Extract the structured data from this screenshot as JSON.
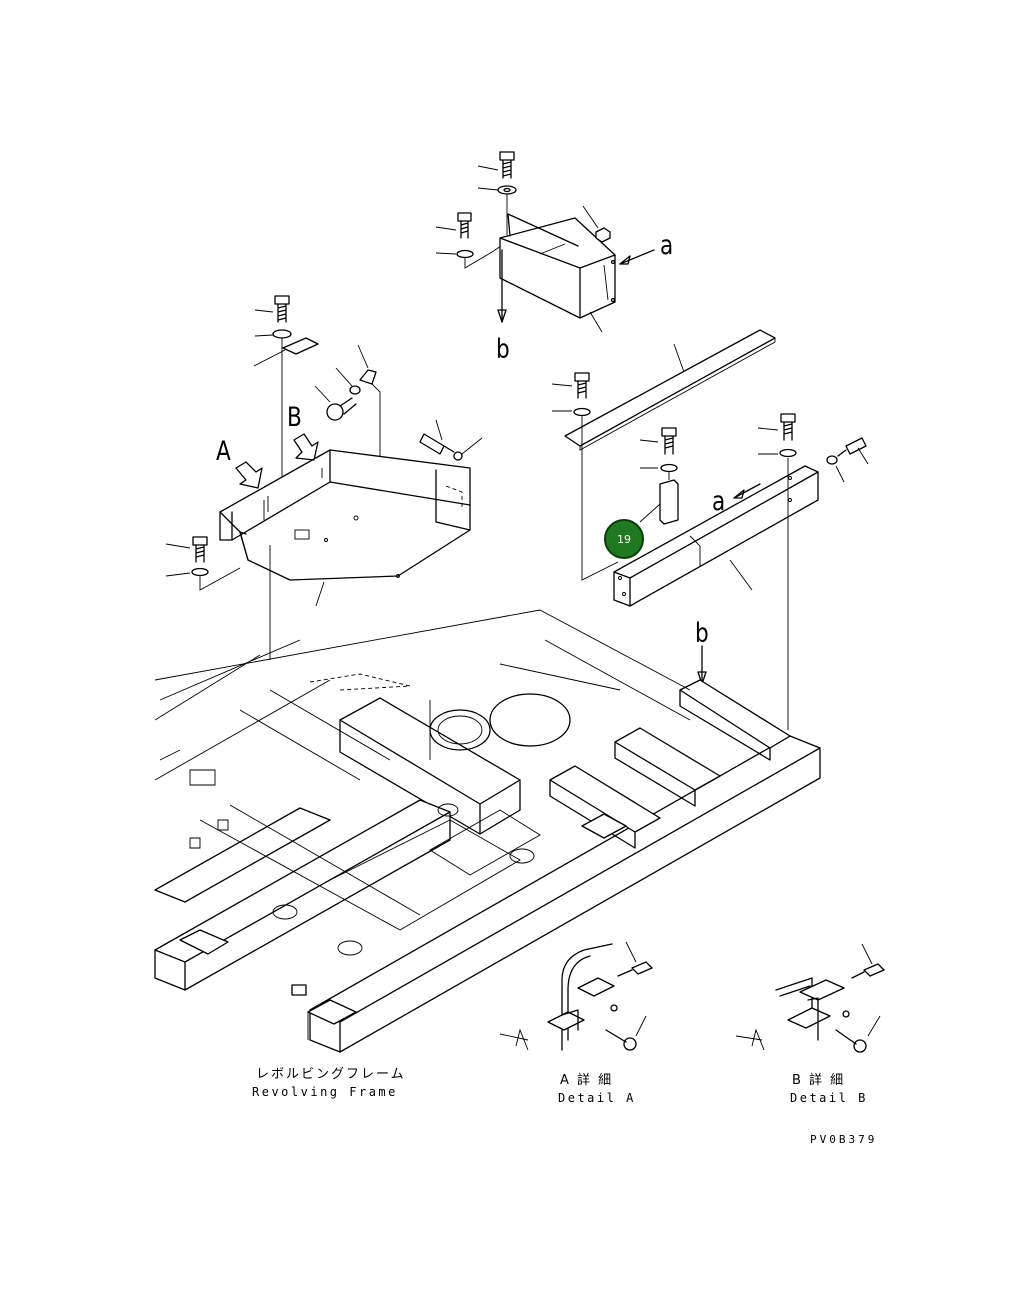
{
  "labels": {
    "view_a_arrow": "A",
    "view_b_arrow": "B",
    "ref_a_top": "a",
    "ref_b_top": "b",
    "ref_a_right": "a",
    "ref_b_right": "b"
  },
  "captions": {
    "revolving_frame_jp": "レボルビングフレーム",
    "revolving_frame_en": "Revolving Frame",
    "detail_a_jp": "A 詳 細",
    "detail_a_en": "Detail A",
    "detail_b_jp": "B 詳 細",
    "detail_b_en": "Detail B"
  },
  "callout": {
    "number": "19",
    "color": "#1f7a1f"
  },
  "drawing_number": "PV0B379"
}
